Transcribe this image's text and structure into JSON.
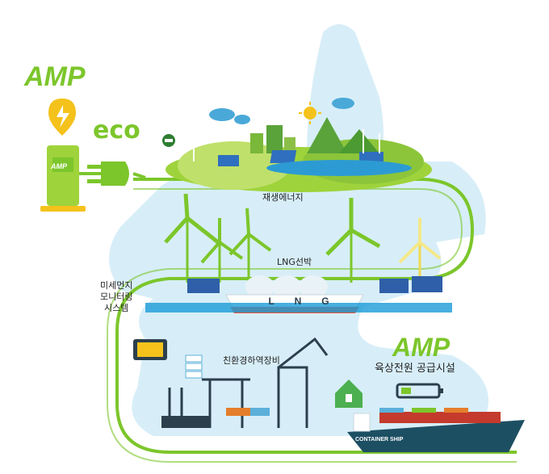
{
  "brand": {
    "amp_top": "AMP",
    "eco": "eco",
    "amp_station": "AMP",
    "amp_bottom": "AMP"
  },
  "labels": {
    "renewable": "재생에너지",
    "lng_ship": "LNG선박",
    "dust_monitor_line1": "미세먼지",
    "dust_monitor_line2": "모니터링",
    "dust_monitor_line3": "시스템",
    "eco_equipment": "친환경하역장비",
    "shore_power": "육상전원 공급시설",
    "lng_letters": [
      "L",
      "N",
      "G"
    ],
    "container_ship": "CONTAINER SHIP"
  },
  "colors": {
    "green": "#7cc62b",
    "sky": "#d7eef8",
    "sea": "#1a9bd7",
    "ship": "#1d4f63",
    "hull": "#c43a2c"
  },
  "icons": [
    "lightning-icon",
    "plug-icon",
    "battery-icon",
    "house-plug-icon",
    "tablet-icon",
    "server-icon",
    "sun-icon",
    "cloud-icon"
  ]
}
